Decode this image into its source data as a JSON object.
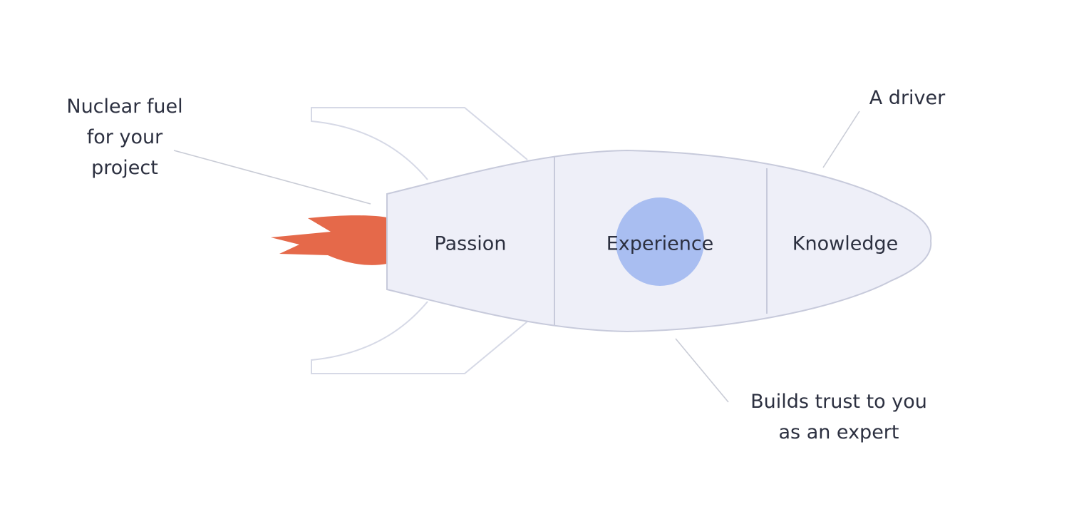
{
  "colors": {
    "background": "#ffffff",
    "body_fill": "#eeeff8",
    "body_stroke": "#c7cadb",
    "flame": "#e5694a",
    "highlight_circle": "#a4baf0",
    "text": "#2c3040"
  },
  "rocket": {
    "sections": [
      {
        "id": "passion",
        "label": "Passion"
      },
      {
        "id": "experience",
        "label": "Experience"
      },
      {
        "id": "knowledge",
        "label": "Knowledge"
      }
    ],
    "flame_icon": "flame-icon",
    "highlight_section": "experience"
  },
  "annotations": {
    "fuel": {
      "lines": [
        "Nuclear fuel",
        "for your",
        "project"
      ]
    },
    "driver": {
      "lines": [
        "A driver"
      ]
    },
    "trust": {
      "lines": [
        "Builds trust to you",
        "as an expert"
      ]
    }
  }
}
